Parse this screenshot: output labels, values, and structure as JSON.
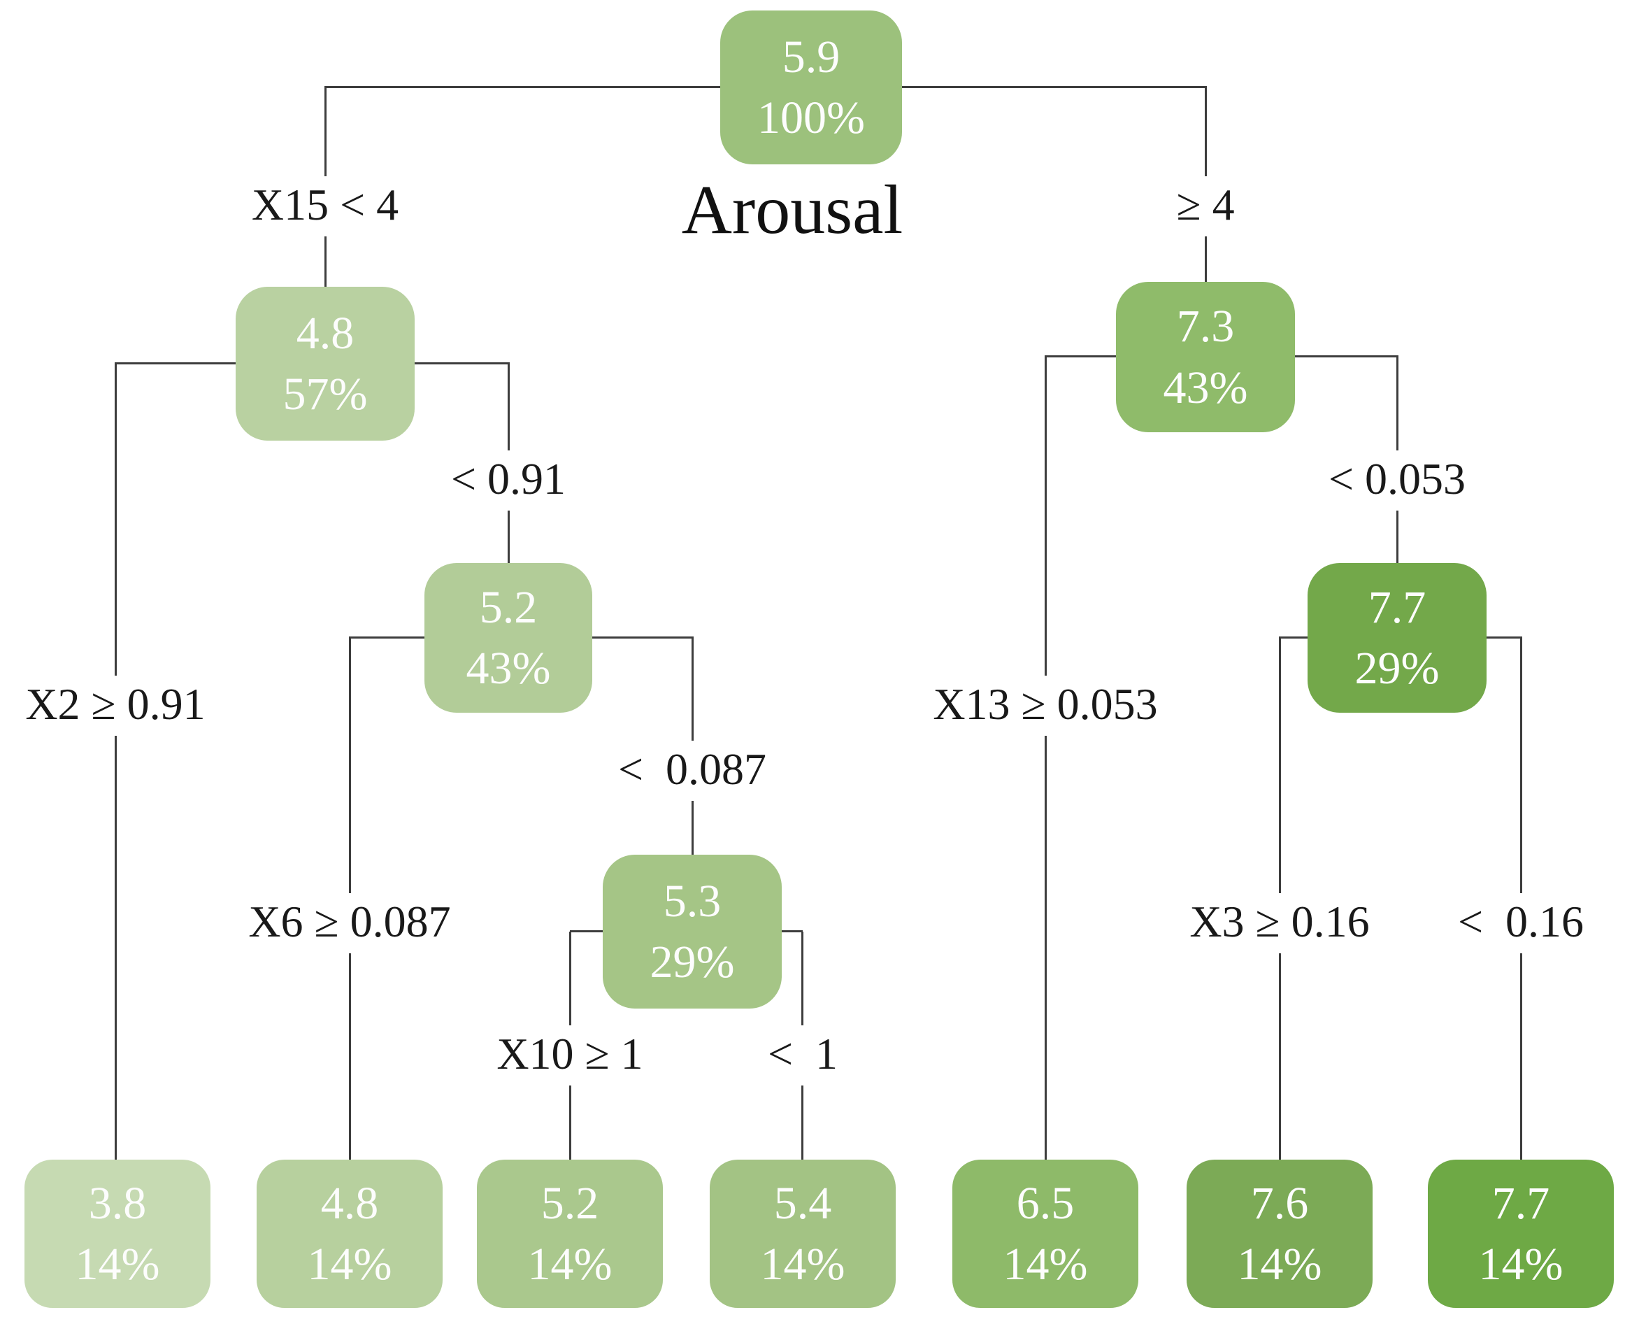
{
  "title": "Arousal",
  "nodes": {
    "root": {
      "value": "5.9",
      "pct": "100%",
      "color": "#9cc17c"
    },
    "n48": {
      "value": "4.8",
      "pct": "57%",
      "color": "#b9d1a1"
    },
    "n73": {
      "value": "7.3",
      "pct": "43%",
      "color": "#8fbb6a"
    },
    "n52": {
      "value": "5.2",
      "pct": "43%",
      "color": "#b2cc98"
    },
    "n53": {
      "value": "5.3",
      "pct": "29%",
      "color": "#a5c586"
    },
    "n77": {
      "value": "7.7",
      "pct": "29%",
      "color": "#73a84a"
    }
  },
  "leaves": [
    {
      "value": "3.8",
      "pct": "14%",
      "color": "#c6dab2"
    },
    {
      "value": "4.8",
      "pct": "14%",
      "color": "#b7d09e"
    },
    {
      "value": "5.2",
      "pct": "14%",
      "color": "#aac88d"
    },
    {
      "value": "5.4",
      "pct": "14%",
      "color": "#a3c384"
    },
    {
      "value": "6.5",
      "pct": "14%",
      "color": "#8eba69"
    },
    {
      "value": "7.6",
      "pct": "14%",
      "color": "#7caa56"
    },
    {
      "value": "7.7",
      "pct": "14%",
      "color": "#6ea945"
    }
  ],
  "labels": {
    "root_left": "X15 < 4",
    "root_right": "≥ 4",
    "n48_left": "X2 ≥ 0.91",
    "n48_right": "< 0.91",
    "n52_left": "X6 ≥ 0.087",
    "n52_right": "<  0.087",
    "n53_left": "X10 ≥ 1",
    "n53_right": "<  1",
    "n73_left": "X13 ≥ 0.053",
    "n73_right": "< 0.053",
    "n77_left": "X3 ≥ 0.16",
    "n77_right": "<  0.16"
  },
  "hierarchy": {
    "value": "5.9 / 100%",
    "children": [
      {
        "edge": "X15 < 4",
        "value": "4.8 / 57%",
        "children": [
          {
            "edge": "X2 ≥ 0.91",
            "value": "3.8 / 14%"
          },
          {
            "edge": "< 0.91",
            "value": "5.2 / 43%",
            "children": [
              {
                "edge": "X6 ≥ 0.087",
                "value": "4.8 / 14%"
              },
              {
                "edge": "< 0.087",
                "value": "5.3 / 29%",
                "children": [
                  {
                    "edge": "X10 ≥ 1",
                    "value": "5.2 / 14%"
                  },
                  {
                    "edge": "< 1",
                    "value": "5.4 / 14%"
                  }
                ]
              }
            ]
          }
        ]
      },
      {
        "edge": "≥ 4",
        "value": "7.3 / 43%",
        "children": [
          {
            "edge": "X13 ≥ 0.053",
            "value": "6.5 / 14%"
          },
          {
            "edge": "< 0.053",
            "value": "7.7 / 29%",
            "children": [
              {
                "edge": "X3 ≥ 0.16",
                "value": "7.6 / 14%"
              },
              {
                "edge": "< 0.16",
                "value": "7.7 / 14%"
              }
            ]
          }
        ]
      }
    ]
  }
}
